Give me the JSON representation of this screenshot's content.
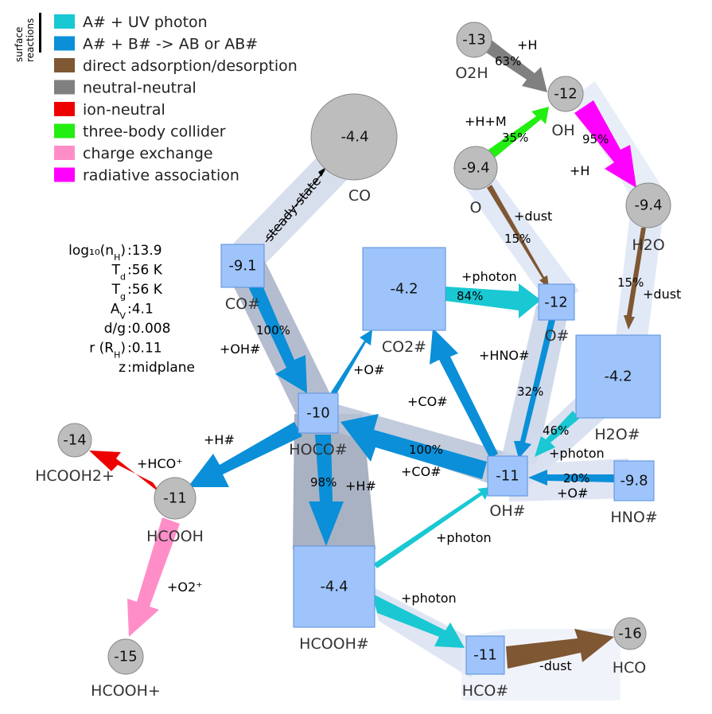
{
  "legend": {
    "side_label_1": "surface",
    "side_label_2": "reactions",
    "items": [
      {
        "label": "A# + UV photon",
        "color": "#19c8d2"
      },
      {
        "label": "A# + B# -> AB or AB#",
        "color": "#0a8fd8"
      },
      {
        "label": "direct adsorption/desorption",
        "color": "#7f5733"
      },
      {
        "label": "neutral-neutral",
        "color": "#808080"
      },
      {
        "label": "ion-neutral",
        "color": "#ee0000"
      },
      {
        "label": "three-body collider",
        "color": "#22ee11"
      },
      {
        "label": "charge exchange",
        "color": "#ff8ec8"
      },
      {
        "label": "radiative association",
        "color": "#ff00ff"
      }
    ]
  },
  "params": [
    {
      "label": "log₁₀(n",
      "sub": "H",
      "close": ")",
      "value": ":13.9"
    },
    {
      "label": "T",
      "sub": "d",
      "close": "",
      "value": ":56 K"
    },
    {
      "label": "T",
      "sub": "g",
      "close": "",
      "value": ":56 K"
    },
    {
      "label": "A",
      "sub": "V",
      "close": "",
      "value": ":4.1"
    },
    {
      "label": "d/g",
      "sub": "",
      "close": "",
      "value": ":0.008"
    },
    {
      "label": "r (R",
      "sub": "H",
      "close": ")",
      "value": ":0.11"
    },
    {
      "label": "z",
      "sub": "",
      "close": "",
      "value": ":midplane"
    }
  ],
  "species": {
    "CO": {
      "name": "CO",
      "value": "-4.4"
    },
    "O2H": {
      "name": "O2H",
      "value": "-13"
    },
    "OH": {
      "name": "OH",
      "value": "-12"
    },
    "O": {
      "name": "O",
      "value": "-9.4"
    },
    "H2O": {
      "name": "H2O",
      "value": "-9.4"
    },
    "COs": {
      "name": "CO#",
      "value": "-9.1"
    },
    "CO2s": {
      "name": "CO2#",
      "value": "-4.2"
    },
    "Os": {
      "name": "O#",
      "value": "-12"
    },
    "H2Os": {
      "name": "H2O#",
      "value": "-4.2"
    },
    "HOCOs": {
      "name": "HOCO#",
      "value": "-10"
    },
    "OHs": {
      "name": "OH#",
      "value": "-11"
    },
    "HNOs": {
      "name": "HNO#",
      "value": "-9.8"
    },
    "HCOOH2p": {
      "name": "HCOOH2+",
      "value": "-14"
    },
    "HCOOH": {
      "name": "HCOOH",
      "value": "-11"
    },
    "HCOOHp": {
      "name": "HCOOH+",
      "value": "-15"
    },
    "HCOOHs": {
      "name": "HCOOH#",
      "value": "-4.4"
    },
    "HCOs": {
      "name": "HCO#",
      "value": "-11"
    },
    "HCO": {
      "name": "HCO",
      "value": "-16"
    }
  },
  "labels": {
    "steady_state": "steady-state",
    "o2h_h": "+H",
    "o2h_pct": "63%",
    "o_hm": "+H+M",
    "o_pct": "35%",
    "oh_pct": "95%",
    "oh_h": "+H",
    "o_dust": "+dust",
    "o_dust_pct": "15%",
    "h2o_pct": "15%",
    "h2o_dust": "+dust",
    "co2_photon": "+photon",
    "co2_pct": "84%",
    "co_pct": "100%",
    "co_ohs": "+OH#",
    "hoco_os": "+O#",
    "os_hno": "+HNO#",
    "os_pct": "32%",
    "hoco_cos": "+CO#",
    "h2os_pct": "46%",
    "h2os_photon": "+photon",
    "ohs_pct": "100%",
    "ohs_cos": "+CO#",
    "hno_pct": "20%",
    "hno_os": "+O#",
    "hoco_h": "+H#",
    "hcooh_hco": "+HCO⁺",
    "hoco_pct": "98%",
    "hoco_h2": "+H#",
    "hcoohs_photon": "+photon",
    "hcooh_o2": "+O2⁺",
    "hcoohs_photon2": "+photon",
    "hcos_dust": "-dust"
  }
}
